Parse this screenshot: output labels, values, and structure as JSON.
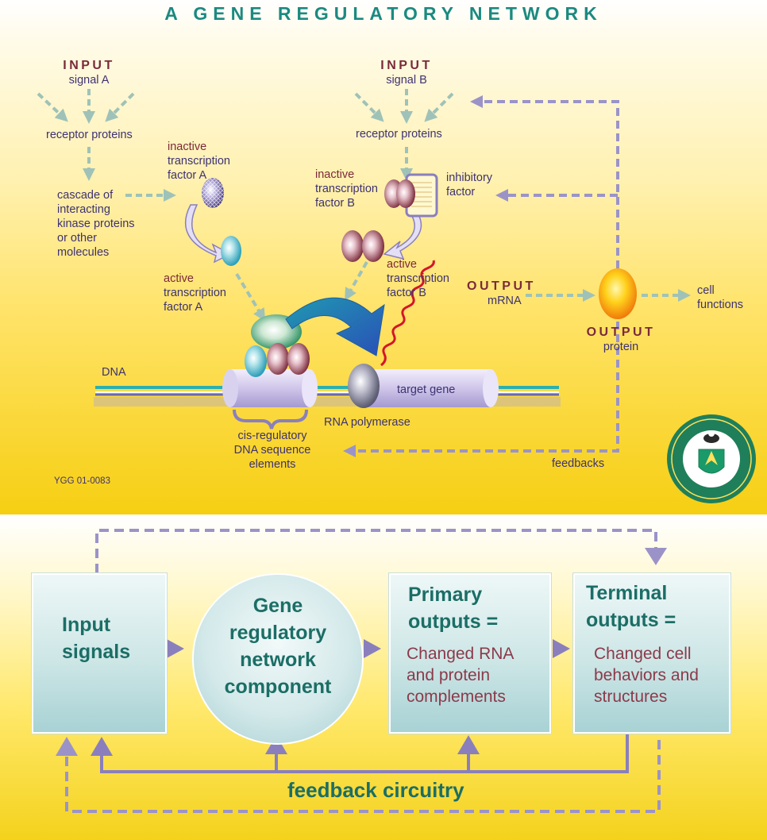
{
  "title": "A GENE REGULATORY NETWORK",
  "top": {
    "input_a": {
      "heading": "INPUT",
      "label": "signal A"
    },
    "input_b": {
      "heading": "INPUT",
      "label": "signal B"
    },
    "receptor_a": "receptor proteins",
    "receptor_b": "receptor proteins",
    "cascade": [
      "cascade of",
      "interacting",
      "kinase proteins",
      "or other",
      "molecules"
    ],
    "inactive_a": [
      "inactive",
      "transcription",
      "factor A"
    ],
    "active_a": [
      "active",
      "transcription",
      "factor A"
    ],
    "inactive_b": [
      "inactive",
      "transcription",
      "factor B"
    ],
    "inhibitory": [
      "inhibitory",
      "factor"
    ],
    "active_b": [
      "active",
      "transcription",
      "factor B"
    ],
    "output_mrna": {
      "heading": "OUTPUT",
      "label": "mRNA"
    },
    "output_protein": {
      "heading": "OUTPUT",
      "label": "protein"
    },
    "cell_functions": [
      "cell",
      "functions"
    ],
    "dna": "DNA",
    "target_gene": "target gene",
    "rna_polymerase": "RNA polymerase",
    "cis_regulatory": [
      "cis-regulatory",
      "DNA sequence",
      "elements"
    ],
    "feedbacks": "feedbacks",
    "code": "YGG 01-0083"
  },
  "bottom": {
    "input_signals": [
      "Input",
      "signals"
    ],
    "grn_component": [
      "Gene",
      "regulatory",
      "network",
      "component"
    ],
    "primary_heading": [
      "Primary",
      "outputs ="
    ],
    "primary_body": [
      "Changed RNA",
      "and  protein",
      "complements"
    ],
    "terminal_heading": [
      "Terminal",
      "outputs ="
    ],
    "terminal_body": [
      "Changed cell",
      "behaviors and",
      "structures"
    ],
    "feedback": "feedback circuitry"
  },
  "colors": {
    "teal": "#1b8a80",
    "maroon": "#7a2a3a",
    "purple_text": "#3e3272",
    "dashed_arrow": "#9b93c8",
    "solid_arrow": "#8a7fbc"
  }
}
